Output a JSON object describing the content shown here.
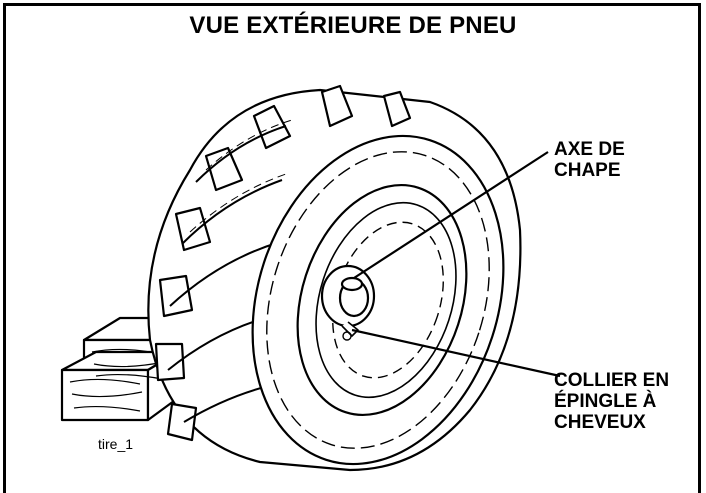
{
  "diagram": {
    "title": "VUE EXTÉRIEURE DE PNEU",
    "labels": {
      "axe_de_chape": "AXE DE\nCHAPE",
      "collier_en_epingle": "COLLIER EN\nÉPINGLE À\nCHEVEUX"
    },
    "image_label": "tire_1"
  }
}
